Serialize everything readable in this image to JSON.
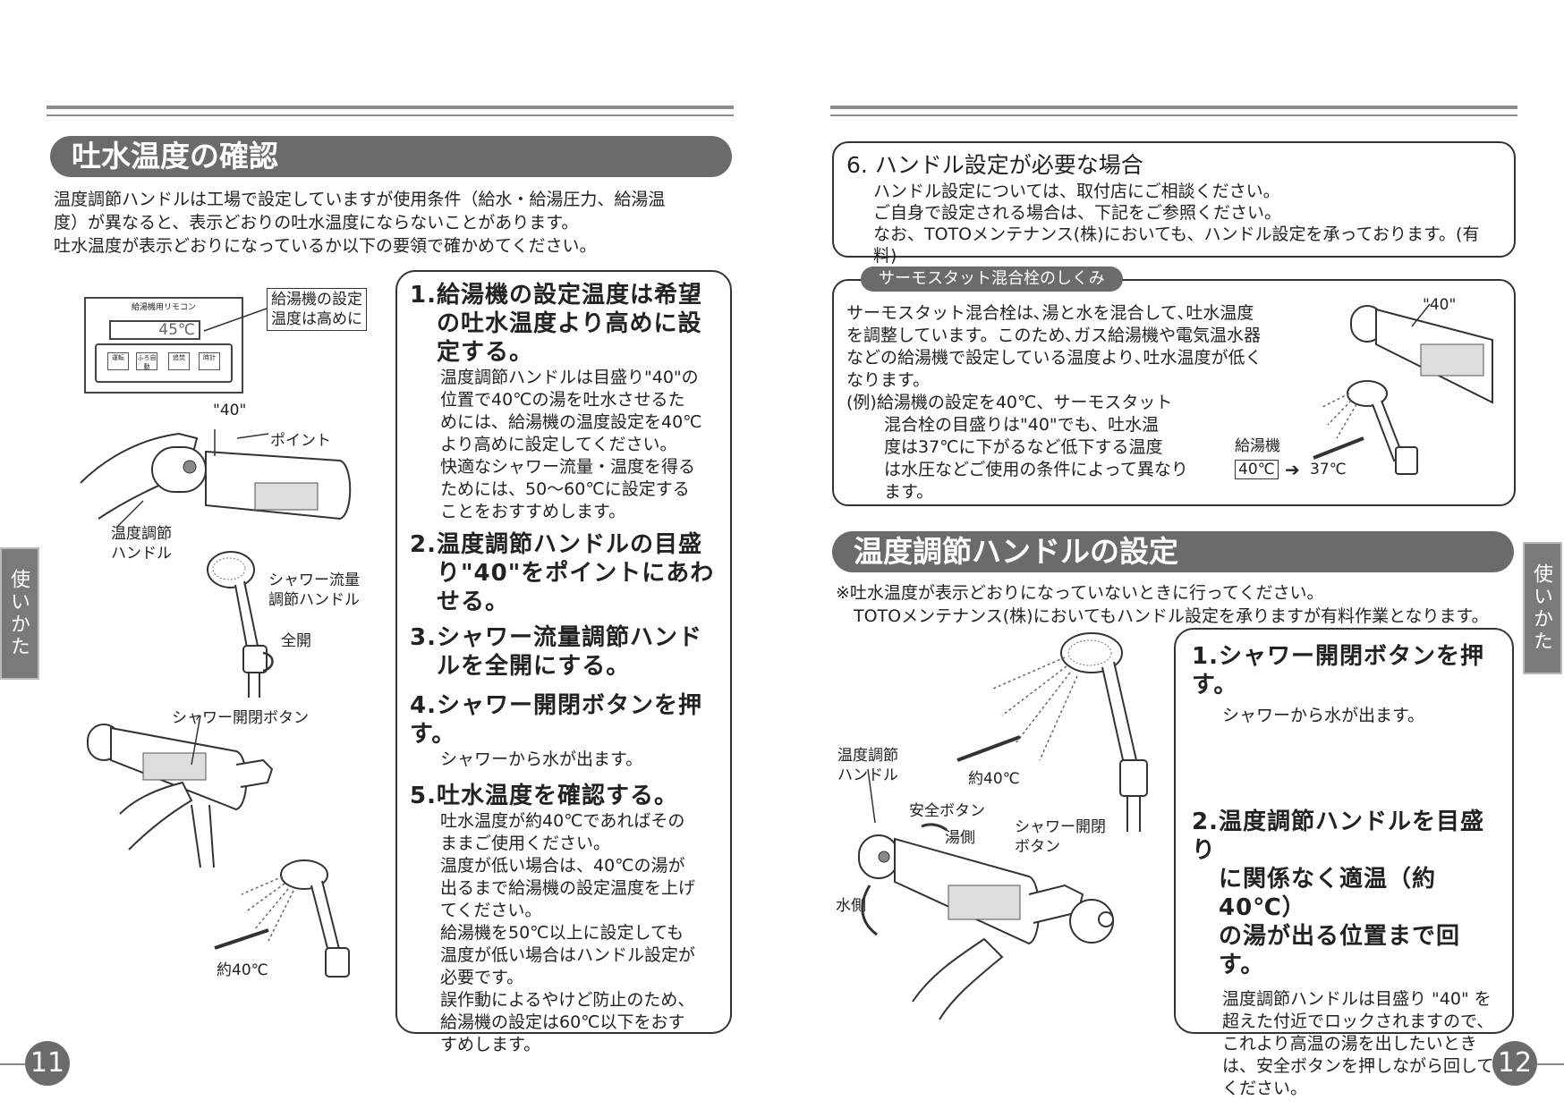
{
  "left": {
    "title": "吐水温度の確認",
    "intro": [
      "温度調節ハンドルは工場で設定していますが使用条件（給水・給湯圧力、給湯温",
      "度）が異なると、表示どおりの吐水温度にならないことがあります。",
      "吐水温度が表示どおりになっているか以下の要領で確かめてください。"
    ],
    "labels": {
      "remote_title": "給湯機用リモコン",
      "remote_temp": "45℃",
      "remote_btn1": "運転",
      "remote_btn2": "ふろ自動",
      "remote_btn3": "追焚",
      "remote_btn4": "時計",
      "callout1": "給湯機の設定",
      "callout2": "温度は高めに",
      "mark40": "\"40\"",
      "point": "ポイント",
      "temp_handle1": "温度調節",
      "temp_handle2": "ハンドル",
      "flow_handle1": "シャワー流量",
      "flow_handle2": "調節ハンドル",
      "full_open": "全開",
      "shower_btn": "シャワー開閉ボタン",
      "approx40": "約40℃"
    },
    "steps": [
      {
        "num": "1.",
        "head": [
          "給湯機の設定温度は希望",
          "の吐水温度より高めに設",
          "定する。"
        ],
        "body": [
          "温度調節ハンドルは目盛り\"40\"の",
          "位置で40℃の湯を吐水させるた",
          "めには、給湯機の温度設定を40℃",
          "より高めに設定してください。",
          "快適なシャワー流量・温度を得る",
          "ためには、50～60℃に設定する",
          "ことをおすすめします。"
        ]
      },
      {
        "num": "2.",
        "head": [
          "温度調節ハンドルの目盛",
          "り\"40\"をポイントにあわ",
          "せる。"
        ],
        "body": []
      },
      {
        "num": "3.",
        "head": [
          "シャワー流量調節ハンド",
          "ルを全開にする。"
        ],
        "body": []
      },
      {
        "num": "4.",
        "head": [
          "シャワー開閉ボタンを押す。"
        ],
        "body": [
          "シャワーから水が出ます。"
        ]
      },
      {
        "num": "5.",
        "head": [
          "吐水温度を確認する。"
        ],
        "body": [
          "吐水温度が約40℃であればその",
          "ままご使用ください。",
          "温度が低い場合は、40℃の湯が",
          "出るまで給湯機の設定温度を上げ",
          "てください。",
          "給湯機を50℃以上に設定しても",
          "温度が低い場合はハンドル設定が",
          "必要です。",
          "誤作動によるやけど防止のため、",
          "給湯機の設定は60℃以下をおす",
          "すめします。"
        ]
      }
    ],
    "side_tab": "使いかた",
    "page_num": "11"
  },
  "right": {
    "box6": {
      "head": "6. ハンドル設定が必要な場合",
      "lines": [
        "ハンドル設定については、取付店にご相談ください。",
        "ご自身で設定される場合は、下記をご参照ください。",
        "なお、TOTOメンテナンス(株)においても、ハンドル設定を承っております。(有料)"
      ]
    },
    "thermo": {
      "pill": "サーモスタット混合栓のしくみ",
      "lines": [
        "サーモスタット混合栓は､湯と水を混合して､吐水温度",
        "を調整しています。このため､ガス給湯機や電気温水器",
        "などの給湯機で設定している温度より､吐水温度が低く",
        "なります。"
      ],
      "example": [
        "(例)給湯機の設定を40℃、サーモスタット",
        "混合栓の目盛りは\"40\"でも、吐水温",
        "度は37℃に下がるなど低下する温度",
        "は水圧などご使用の条件によって異なり",
        "ます。"
      ],
      "mark40": "\"40\"",
      "heater": "給湯機",
      "from": "40℃",
      "to": "37℃"
    },
    "title": "温度調節ハンドルの設定",
    "notes": [
      "※吐水温度が表示どおりになっていないときに行ってください。",
      "TOTOメンテナンス(株)においてもハンドル設定を承りますが有料作業となります。"
    ],
    "labels": {
      "temp_handle1": "温度調節",
      "temp_handle2": "ハンドル",
      "approx40": "約40℃",
      "safety": "安全ボタン",
      "hot": "湯側",
      "cold": "水側",
      "shower_btn1": "シャワー開閉",
      "shower_btn2": "ボタン"
    },
    "steps": [
      {
        "num": "1.",
        "head": [
          "シャワー開閉ボタンを押す。"
        ],
        "body": [
          "シャワーから水が出ます。"
        ]
      },
      {
        "num": "2.",
        "head": [
          "温度調節ハンドルを目盛り",
          "に関係なく適温（約40℃）",
          "の湯が出る位置まで回す。"
        ],
        "body": [
          "温度調節ハンドルは目盛り \"40\" を",
          "超えた付近でロックされますので、",
          "これより高温の湯を出したいとき",
          "は、安全ボタンを押しながら回して",
          "ください。"
        ]
      }
    ],
    "side_tab": "使いかた",
    "page_num": "12"
  }
}
